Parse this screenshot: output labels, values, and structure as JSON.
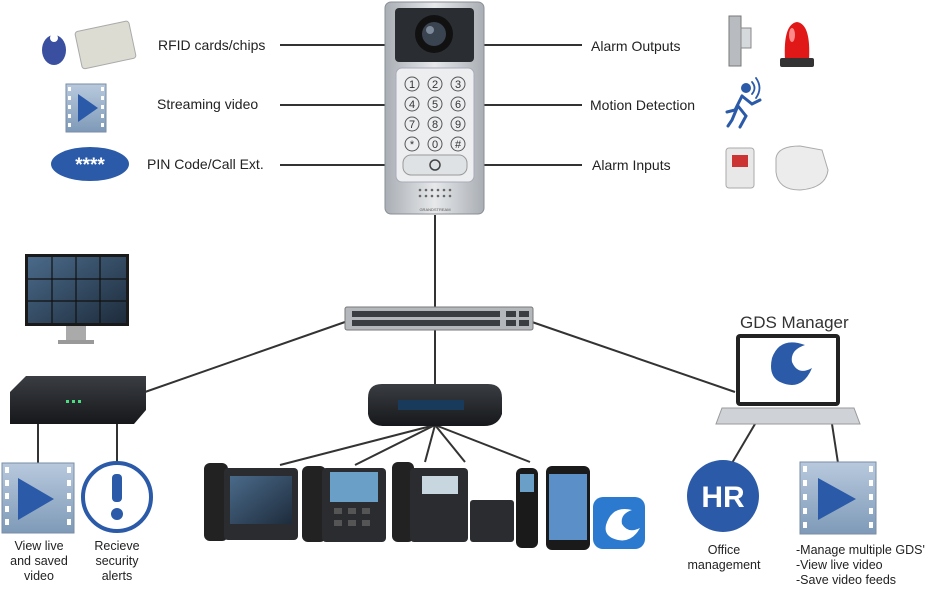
{
  "features_left": {
    "rfid": "RFID cards/chips",
    "streaming": "Streaming video",
    "pin": "PIN Code/Call Ext."
  },
  "features_right": {
    "alarm_out": "Alarm Outputs",
    "motion": "Motion Detection",
    "alarm_in": "Alarm Inputs"
  },
  "keypad": {
    "keys": [
      "1",
      "2",
      "3",
      "4",
      "5",
      "6",
      "7",
      "8",
      "9",
      "*",
      "0",
      "#"
    ],
    "pin_mask": "****",
    "brand": "GRANDSTREAM"
  },
  "gds_manager": {
    "title": "GDS Manager"
  },
  "hr_badge": "HR",
  "bottom_labels": {
    "view_live": [
      "View live",
      "and saved",
      "video"
    ],
    "alerts": [
      "Recieve",
      "security",
      "alerts"
    ],
    "office": [
      "Office",
      "management"
    ],
    "manage": [
      "-Manage multiple GDS'",
      "-View live video",
      "-Save video feeds"
    ]
  },
  "colors": {
    "accent_blue": "#2b5aa8",
    "line": "#333333",
    "device_silver": "#c9cdd2"
  }
}
